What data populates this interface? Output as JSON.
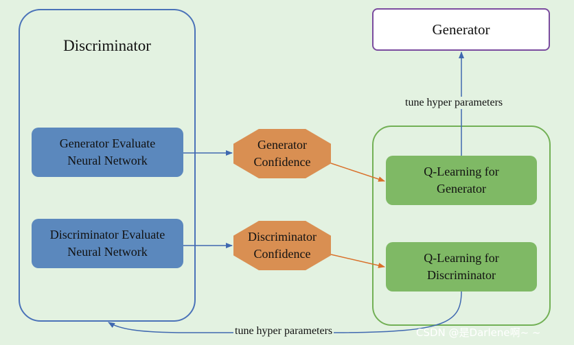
{
  "discriminator": {
    "title": "Discriminator",
    "gen_eval_line1": "Generator Evaluate",
    "gen_eval_line2": "Neural Network",
    "disc_eval_line1": "Discriminator Evaluate",
    "disc_eval_line2": "Neural Network"
  },
  "confidence": {
    "gen_line1": "Generator",
    "gen_line2": "Confidence",
    "disc_line1": "Discriminator",
    "disc_line2": "Confidence"
  },
  "qlearning": {
    "gen_line1": "Q-Learning for",
    "gen_line2": "Generator",
    "disc_line1": "Q-Learning for",
    "disc_line2": "Discriminator"
  },
  "generator": {
    "title": "Generator"
  },
  "labels": {
    "tune_top": "tune hyper parameters",
    "tune_bottom": "tune hyper parameters"
  },
  "watermark": "CSDN @是Darlene啊~ ~",
  "colors": {
    "background": "#e3f2e1",
    "discriminator_border": "#4a72b8",
    "evaluate_box": "#5b88bd",
    "confidence_octagon": "#d98f52",
    "qlearning_border": "#72b055",
    "qlearning_box": "#7fb965",
    "generator_border": "#7a4b9e",
    "arrow_blue": "#3f68b0",
    "arrow_orange": "#d9702a"
  }
}
